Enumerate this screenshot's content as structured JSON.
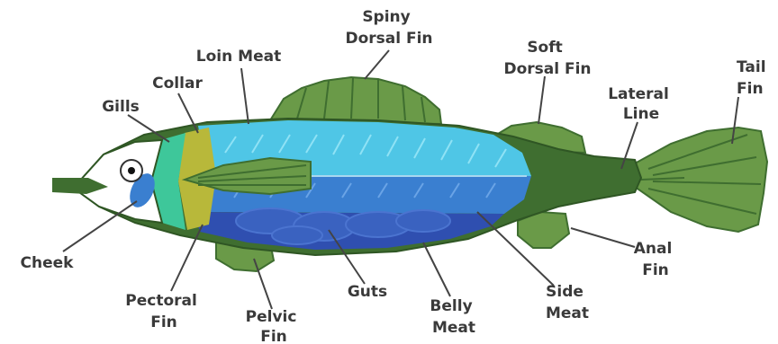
{
  "diagram": {
    "labels": {
      "spiny_dorsal_fin": [
        "Spiny",
        "Dorsal Fin"
      ],
      "soft_dorsal_fin": [
        "Soft",
        "Dorsal Fin"
      ],
      "tail_fin": [
        "Tail",
        "Fin"
      ],
      "loin_meat": [
        "Loin Meat"
      ],
      "collar": [
        "Collar"
      ],
      "gills": [
        "Gills"
      ],
      "lateral_line": [
        "Lateral",
        "Line"
      ],
      "cheek": [
        "Cheek"
      ],
      "anal_fin": [
        "Anal",
        "Fin"
      ],
      "pectoral_fin": [
        "Pectoral",
        "Fin"
      ],
      "pelvic_fin": [
        "Pelvic",
        "Fin"
      ],
      "guts": [
        "Guts"
      ],
      "belly_meat": [
        "Belly",
        "Meat"
      ],
      "side_meat": [
        "Side",
        "Meat"
      ]
    },
    "colors": {
      "fin_green": "#6a9a48",
      "body_dark_green": "#3f6e30",
      "loin_cyan": "#4fc6e6",
      "side_blue": "#3a7fd0",
      "belly_blue": "#2f4fb0",
      "guts_blue": "#3a62c0",
      "collar_yellow": "#b8b83a",
      "gills_teal": "#3ec79a",
      "head_white": "#ffffff"
    }
  }
}
